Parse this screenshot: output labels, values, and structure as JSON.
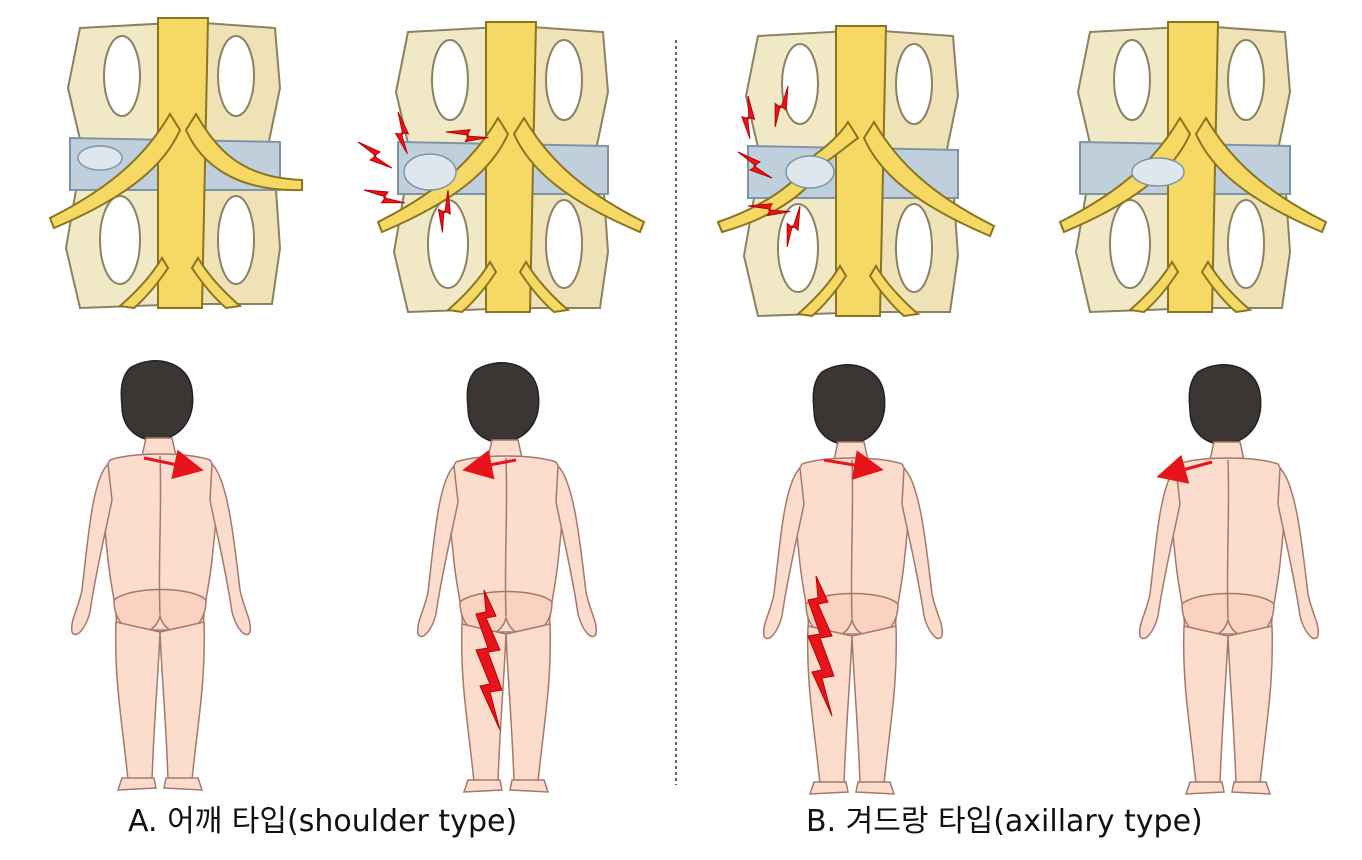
{
  "captions": {
    "a": "A. 어깨 타입(shoulder type)",
    "b": "B. 겨드랑 타입(axillary type)"
  },
  "colors": {
    "bone": "#f1e9c6",
    "bone_outline": "#8b8163",
    "bone_hole": "#ffffff",
    "nerve": "#f6d964",
    "nerve_outline": "#8a7420",
    "disc": "#bfd0dc",
    "herniation": "#dfe7ee",
    "skin": "#fcdccc",
    "skin_outline": "#a5786a",
    "hair": "#3b3633",
    "pain": "#e8141b",
    "divider": "#333333"
  },
  "panels": [
    {
      "group": "A",
      "variant": "normal",
      "hernia_side": "left",
      "nerve_compressed": "right",
      "arrow": "right",
      "leg_pain": "none"
    },
    {
      "group": "A",
      "variant": "hernia",
      "hernia_side": "left",
      "nerve_compressed": "left",
      "arrow": "left",
      "leg_pain": "left"
    },
    {
      "group": "B",
      "variant": "hernia",
      "hernia_side": "left",
      "nerve_compressed": "left",
      "arrow": "right",
      "leg_pain": "left"
    },
    {
      "group": "B",
      "variant": "normal",
      "hernia_side": "center",
      "nerve_compressed": "none",
      "arrow": "left",
      "leg_pain": "none"
    }
  ]
}
